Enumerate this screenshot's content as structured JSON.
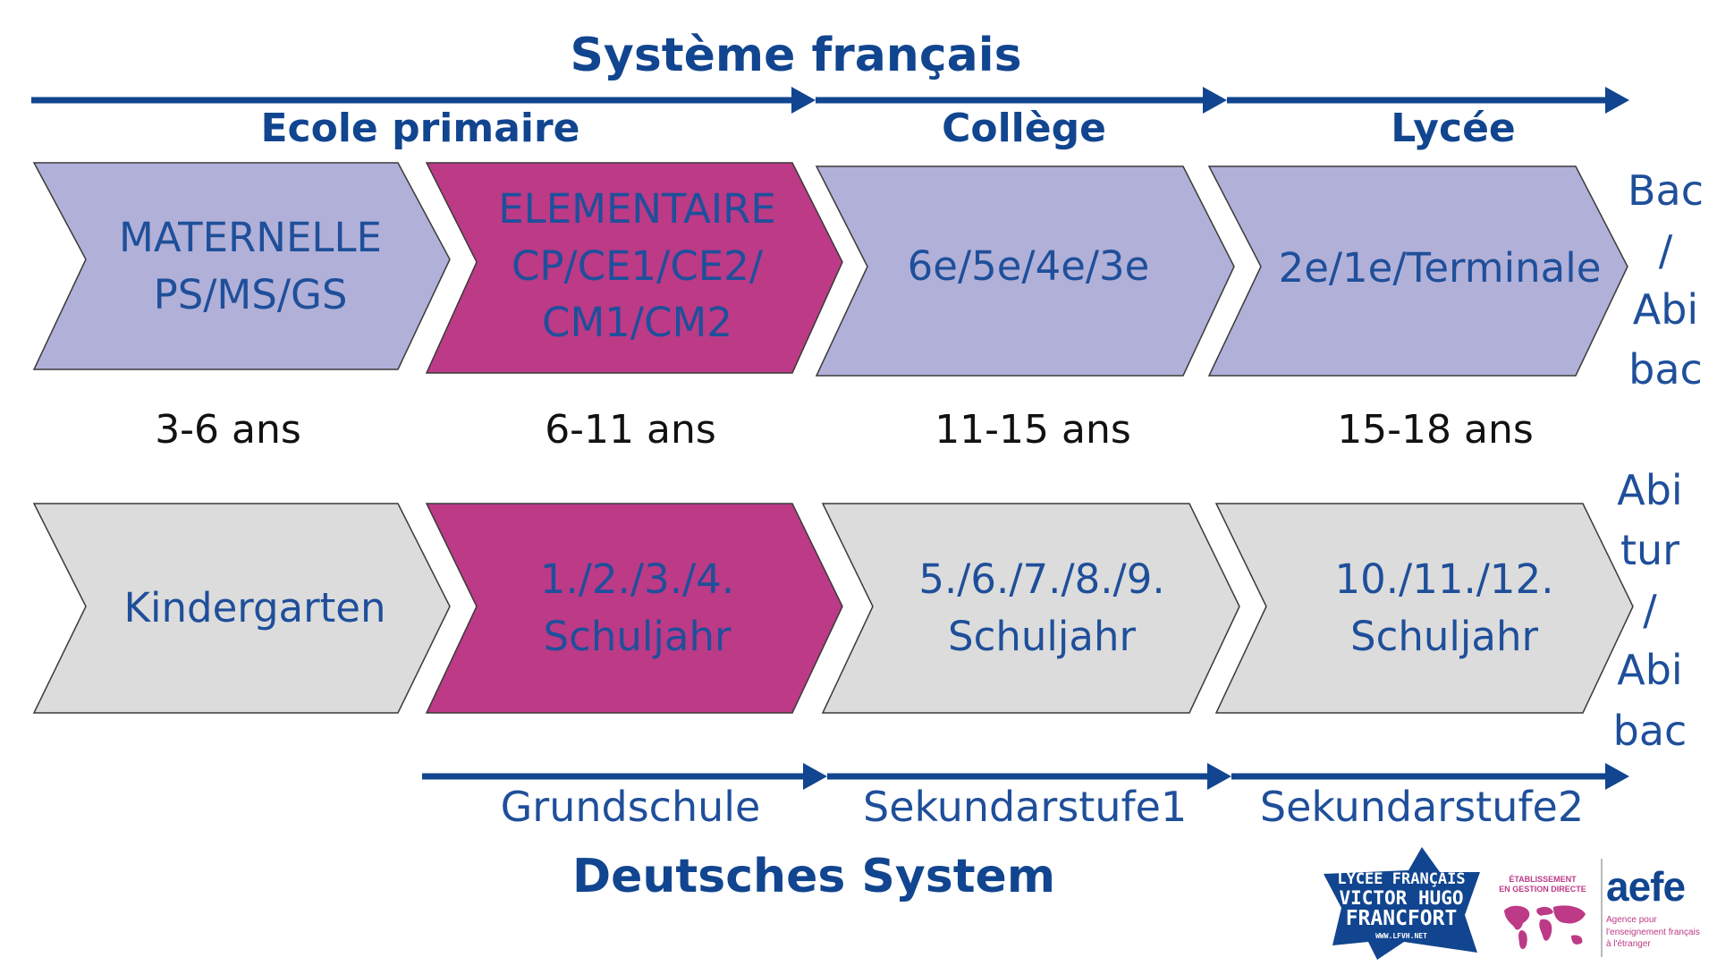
{
  "french_system": {
    "title": "Système français",
    "stages": [
      "Ecole primaire",
      "Collège",
      "Lycée"
    ],
    "boxes": [
      {
        "lines": [
          "MATERNELLE",
          "PS/MS/GS"
        ]
      },
      {
        "lines": [
          "ELEMENTAIRE",
          "CP/CE1/CE2/",
          "CM1/CM2"
        ]
      },
      {
        "lines": [
          "6e/5e/4e/3e"
        ]
      },
      {
        "lines": [
          "2e/1e/Terminale"
        ]
      }
    ],
    "end_label_lines": [
      "Bac",
      "/",
      "Abi",
      "bac"
    ]
  },
  "ages": [
    "3-6 ans",
    "6-11 ans",
    "11-15 ans",
    "15-18 ans"
  ],
  "german_system": {
    "title": "Deutsches System",
    "boxes": [
      {
        "lines": [
          "Kindergarten"
        ]
      },
      {
        "lines": [
          "1./2./3./4.",
          "Schuljahr"
        ]
      },
      {
        "lines": [
          "5./6./7./8./9.",
          "Schuljahr"
        ]
      },
      {
        "lines": [
          "10./11./12.",
          "Schuljahr"
        ]
      }
    ],
    "stages": [
      "Grundschule",
      "Sekundarstufe1",
      "Sekundarstufe2"
    ],
    "end_label_lines": [
      "Abi",
      "tur",
      "/",
      "Abi",
      "bac"
    ]
  },
  "logos": {
    "lycee_lines": [
      "LYCÉE FRANÇAIS",
      "VICTOR HUGO",
      "FRANCFORT"
    ],
    "lycee_url": "WWW.LFVH.NET",
    "etablissement_lines": [
      "ÉTABLISSEMENT",
      "EN GESTION DIRECTE"
    ],
    "aefe_title": "aefe",
    "aefe_lines": [
      "Agence pour",
      "l'enseignement français",
      "à l'étranger"
    ]
  },
  "colors": {
    "arrow_blue": "#11458f",
    "lavender": "#b1b0d8",
    "magenta": "#bc3a86",
    "grey": "#dcdcdc",
    "text_blue": "#1f4f9a"
  }
}
